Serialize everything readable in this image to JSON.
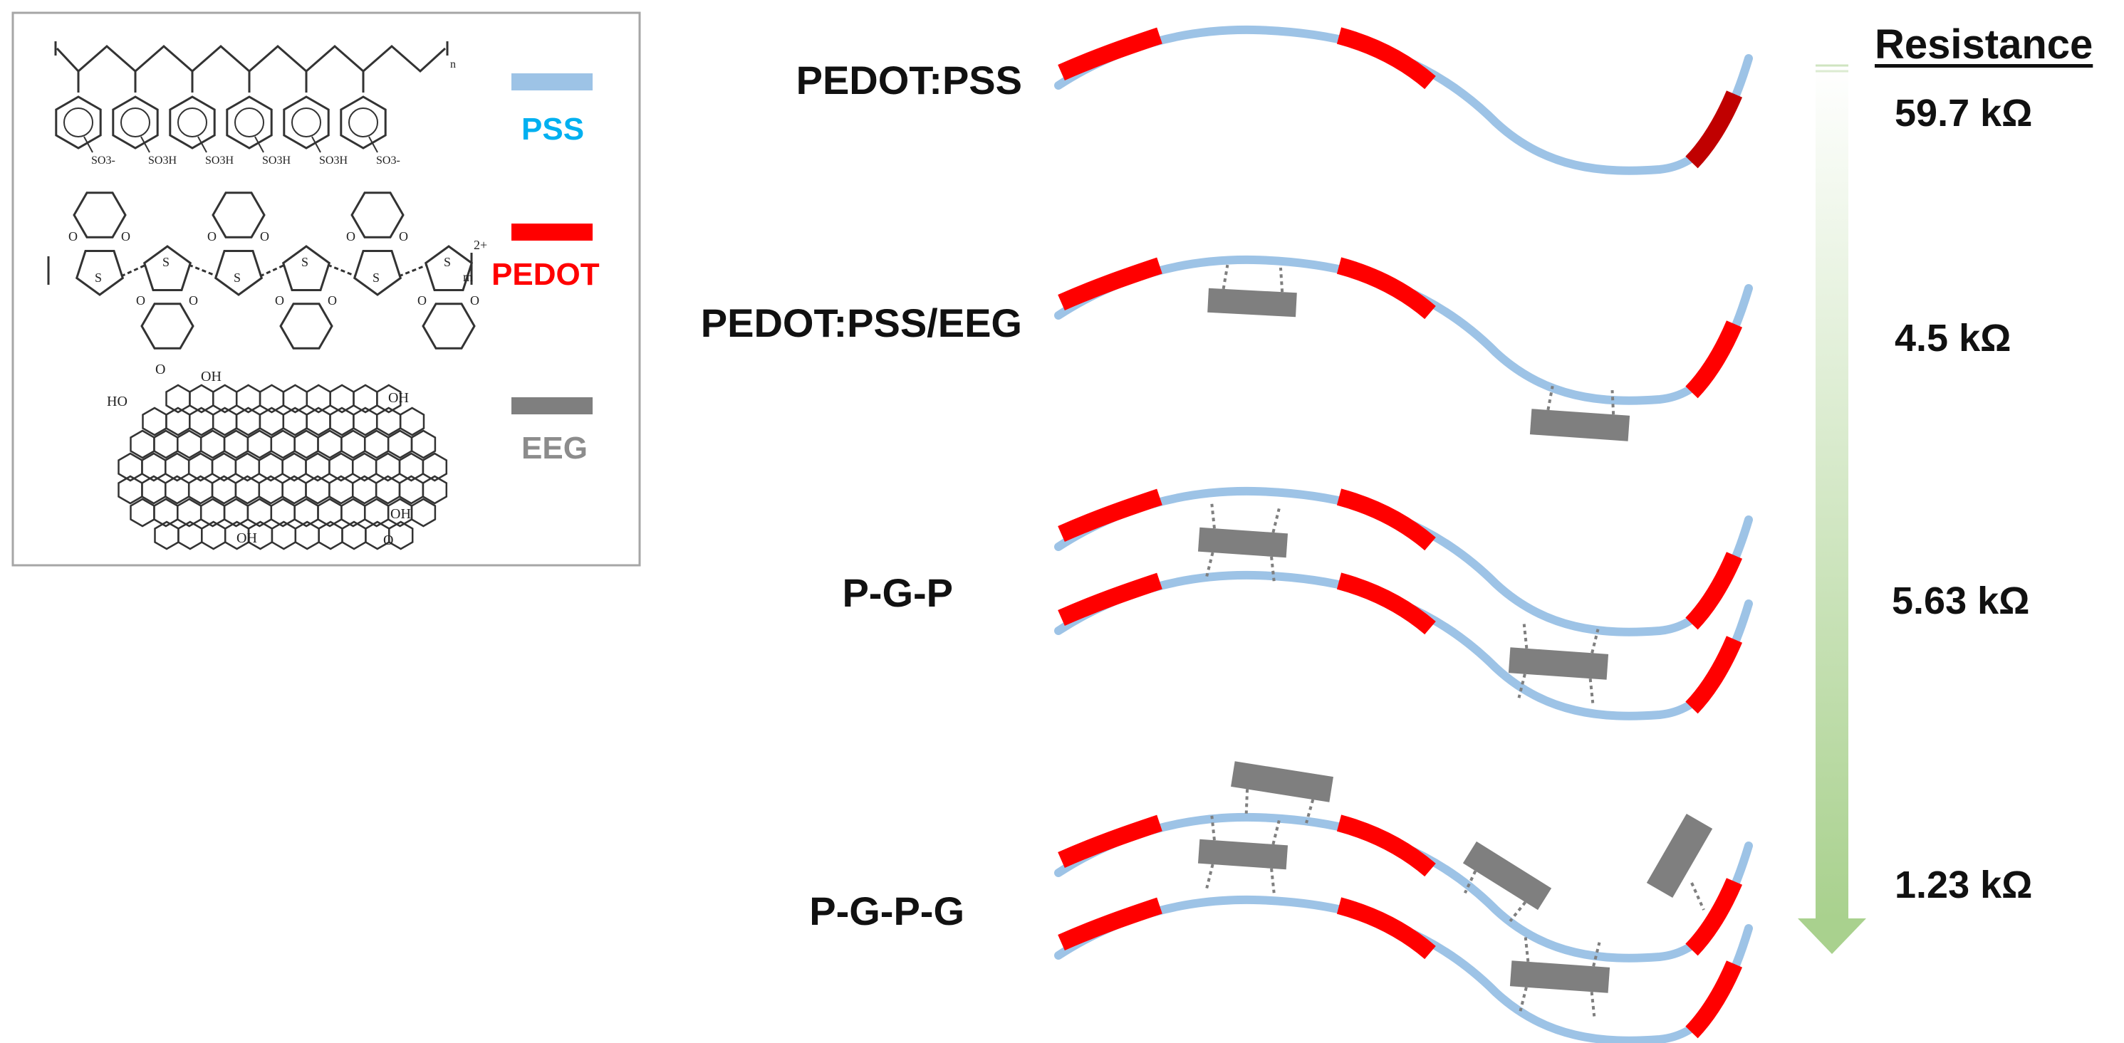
{
  "legend": {
    "items": [
      {
        "key": "pss",
        "label": "PSS",
        "color": "#9dc3e6",
        "text_color": "#00b0f0"
      },
      {
        "key": "pedot",
        "label": "PEDOT",
        "color": "#ff0000",
        "text_color": "#ff0000"
      },
      {
        "key": "eeg",
        "label": "EEG",
        "color": "#7f7f7f",
        "text_color": "#8c8c8c"
      }
    ]
  },
  "molecule_labels": {
    "oh_top": "OH",
    "ho_left": "HO",
    "oh_right": "OH",
    "oh_bottom": "OH",
    "so3_minus": "SO3-",
    "so3h": "SO3H",
    "charge": "2+",
    "sub_n": "n",
    "sub_m": "m",
    "o": "O",
    "s": "S"
  },
  "rows": [
    {
      "key": "pedot_pss",
      "label": "PEDOT:PSS",
      "resistance": "59.7 kΩ"
    },
    {
      "key": "pedot_pss_eeg",
      "label": "PEDOT:PSS/EEG",
      "resistance": "4.5 kΩ"
    },
    {
      "key": "pgp",
      "label": "P-G-P",
      "resistance": "5.63 kΩ"
    },
    {
      "key": "pgpg",
      "label": "P-G-P-G",
      "resistance": "1.23 kΩ"
    }
  ],
  "resistance_header": "Resistance",
  "colors": {
    "pss": "#9dc3e6",
    "pedot": "#ff0000",
    "pedot_dark": "#c00000",
    "eeg": "#7f7f7f",
    "arrow": "#a9d18e",
    "frame": "#a6a6a6"
  }
}
